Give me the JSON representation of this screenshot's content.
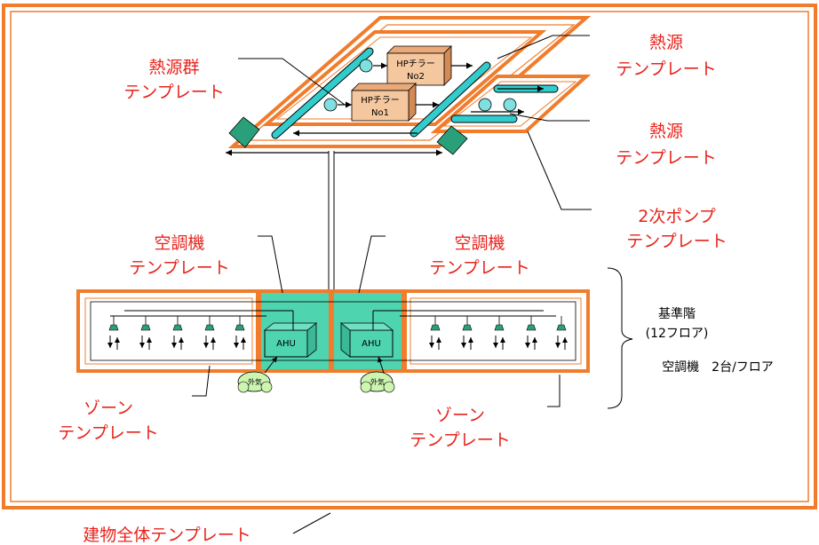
{
  "labels": {
    "heat_source_group": [
      "熱源群",
      "テンプレート"
    ],
    "heat_source_1": [
      "熱源",
      "テンプレート"
    ],
    "heat_source_2": [
      "熱源",
      "テンプレート"
    ],
    "secondary_pump": [
      "2次ポンプ",
      "テンプレート"
    ],
    "ahu_left": [
      "空調機",
      "テンプレート"
    ],
    "ahu_right": [
      "空調機",
      "テンプレート"
    ],
    "zone_left": [
      "ゾーン",
      "テンプレート"
    ],
    "zone_right": [
      "ゾーン",
      "テンプレート"
    ],
    "whole_building": "建物全体テンプレート"
  },
  "notes": {
    "standard_floor": "基準階",
    "floor_count": "(12フロア)",
    "ahu_per_floor": "空調機　2台/フロア"
  },
  "equipment": {
    "chiller_2": [
      "HPチラー",
      "No2"
    ],
    "chiller_1": [
      "HPチラー",
      "No1"
    ],
    "ahu_unit": "AHU",
    "outdoor_air": "外気"
  },
  "colors": {
    "template_frame": "#f07c2c",
    "label_text": "#e8231c",
    "pipe": "#33cccc",
    "ahu_zone": "#4fd4b0",
    "chiller_box": "#f5c79e",
    "cooling_tower": "#2aa07a",
    "cloud": "#ccf5b0"
  }
}
